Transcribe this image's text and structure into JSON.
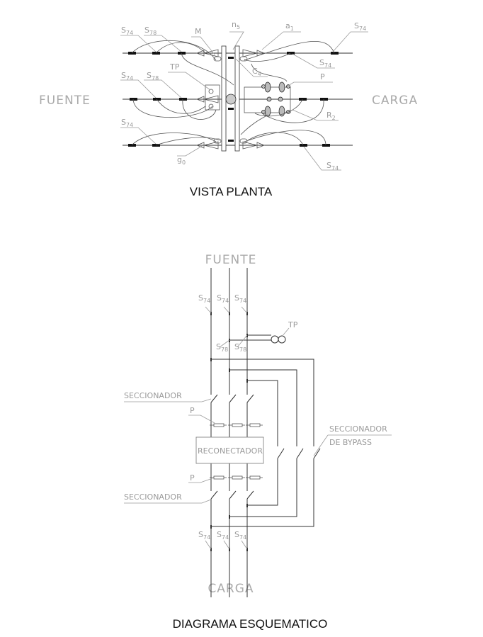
{
  "plan_view": {
    "title": "VISTA PLANTA",
    "source_label": "FUENTE",
    "load_label": "CARGA",
    "labels": [
      {
        "main": "S",
        "sub": "74"
      },
      {
        "main": "S",
        "sub": "78"
      },
      {
        "main": "M",
        "sub": ""
      },
      {
        "main": "n",
        "sub": "5"
      },
      {
        "main": "a",
        "sub": "1"
      },
      {
        "main": "S",
        "sub": "74"
      },
      {
        "main": "S",
        "sub": "74"
      },
      {
        "main": "TP",
        "sub": ""
      },
      {
        "main": "C",
        "sub": "4"
      },
      {
        "main": "P",
        "sub": ""
      },
      {
        "main": "S",
        "sub": "74"
      },
      {
        "main": "S",
        "sub": "78"
      },
      {
        "main": "R",
        "sub": "2"
      },
      {
        "main": "S",
        "sub": "74"
      },
      {
        "main": "g",
        "sub": "0"
      },
      {
        "main": "S",
        "sub": "74"
      }
    ]
  },
  "schematic": {
    "title": "DIAGRAMA ESQUEMATICO",
    "source_label": "FUENTE",
    "load_label": "CARGA",
    "s74": {
      "main": "S",
      "sub": "74"
    },
    "s78": {
      "main": "S",
      "sub": "78"
    },
    "tp": "TP",
    "disconnector": "SECCIONADOR",
    "fuse": "P",
    "recloser": "RECONECTADOR",
    "bypass_line1": "SECCIONADOR",
    "bypass_line2": "DE BYPASS"
  }
}
